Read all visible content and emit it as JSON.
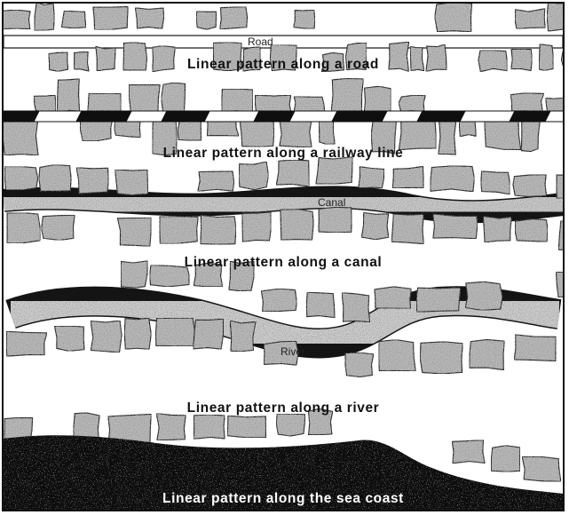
{
  "panels": [
    {
      "feature_label": "Road",
      "caption": "Linear pattern along a road"
    },
    {
      "feature_label": "",
      "caption": "Linear pattern along a railway line"
    },
    {
      "feature_label": "Canal",
      "caption": "Linear pattern along a canal"
    },
    {
      "feature_label": "River",
      "caption": "Linear pattern along a river"
    },
    {
      "feature_label": "",
      "caption": "Linear pattern along the sea coast"
    }
  ],
  "colors": {
    "building_fill": "#b9b9b9",
    "ink": "#141414",
    "water": "#cfcfcf",
    "sea": "#0e0e0e"
  }
}
